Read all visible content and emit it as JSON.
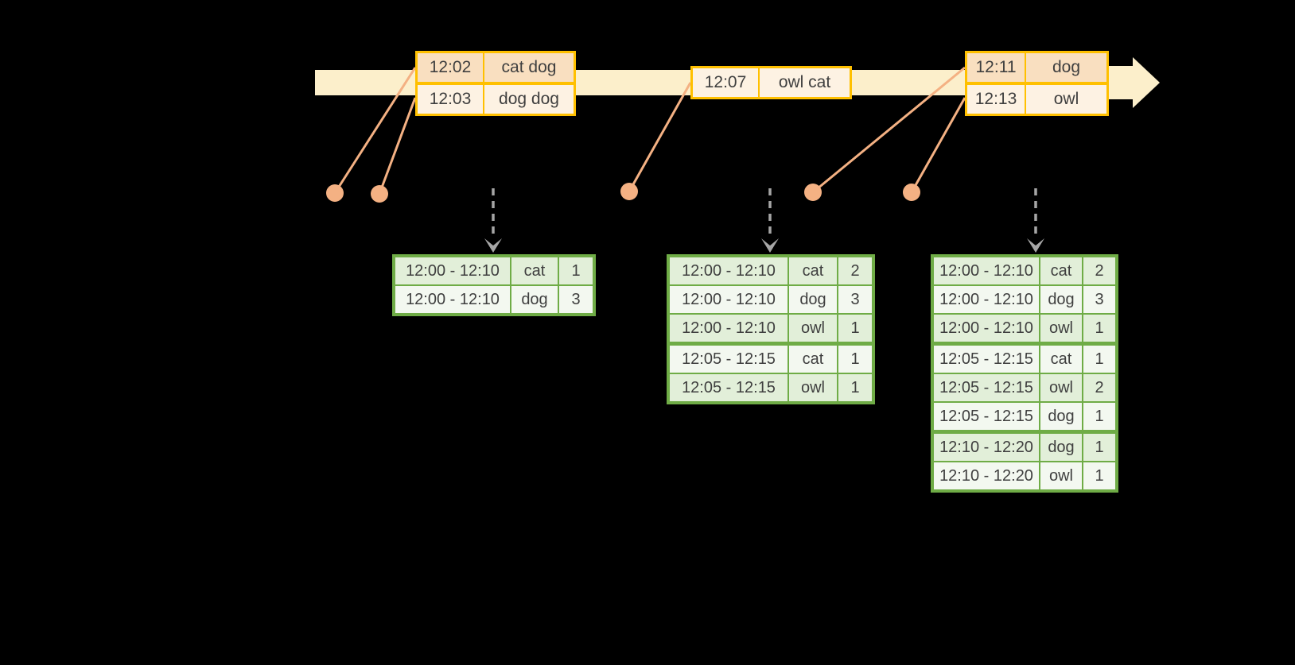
{
  "diagram": {
    "name": "windowed-wordcount-timeline-diagram",
    "colors": {
      "background": "#000000",
      "timeline_band": "#fcefcb",
      "event_table_border": "#ffc000",
      "event_row_dark": "#f9dfc0",
      "event_row_light": "#fdf2e3",
      "result_table_border": "#6fac46",
      "result_row_dark": "#e2efd9",
      "result_row_light": "#f3f8f0",
      "connector": "#f4b183",
      "trigger_arrow": "#a6a6a6",
      "table_text": "#3f3f3f"
    },
    "event_tables": [
      {
        "id": "events-1202",
        "rows": [
          {
            "time": "12:02",
            "words": "cat dog"
          },
          {
            "time": "12:03",
            "words": "dog dog"
          }
        ]
      },
      {
        "id": "events-1207",
        "rows": [
          {
            "time": "12:07",
            "words": "owl cat"
          }
        ]
      },
      {
        "id": "events-1211",
        "rows": [
          {
            "time": "12:11",
            "words": "dog"
          },
          {
            "time": "12:13",
            "words": "owl"
          }
        ]
      }
    ],
    "result_tables": [
      {
        "id": "result-table-1",
        "rows": [
          {
            "window": "12:00 - 12:10",
            "word": "cat",
            "count": "1"
          },
          {
            "window": "12:00 - 12:10",
            "word": "dog",
            "count": "3"
          }
        ]
      },
      {
        "id": "result-table-2",
        "rows": [
          {
            "window": "12:00 - 12:10",
            "word": "cat",
            "count": "2"
          },
          {
            "window": "12:00 - 12:10",
            "word": "dog",
            "count": "3"
          },
          {
            "window": "12:00 - 12:10",
            "word": "owl",
            "count": "1"
          },
          {
            "window": "12:05 - 12:15",
            "word": "cat",
            "count": "1"
          },
          {
            "window": "12:05 - 12:15",
            "word": "owl",
            "count": "1"
          }
        ]
      },
      {
        "id": "result-table-3",
        "rows": [
          {
            "window": "12:00 - 12:10",
            "word": "cat",
            "count": "2"
          },
          {
            "window": "12:00 - 12:10",
            "word": "dog",
            "count": "3"
          },
          {
            "window": "12:00 - 12:10",
            "word": "owl",
            "count": "1"
          },
          {
            "window": "12:05 - 12:15",
            "word": "cat",
            "count": "1"
          },
          {
            "window": "12:05 - 12:15",
            "word": "owl",
            "count": "2"
          },
          {
            "window": "12:05 - 12:15",
            "word": "dog",
            "count": "1"
          },
          {
            "window": "12:10 - 12:20",
            "word": "dog",
            "count": "1"
          },
          {
            "window": "12:10 - 12:20",
            "word": "owl",
            "count": "1"
          }
        ]
      }
    ]
  }
}
